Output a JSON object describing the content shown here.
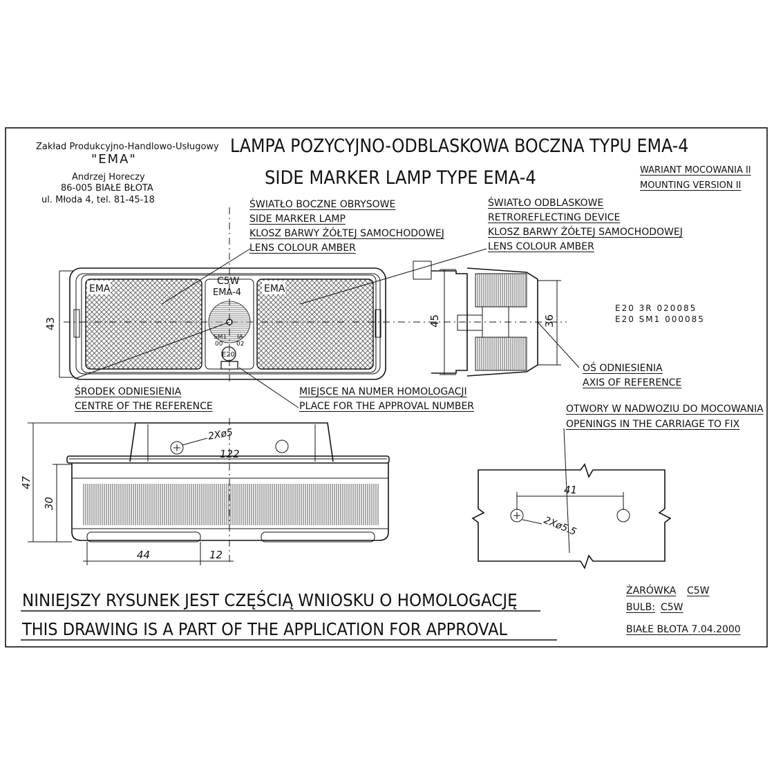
{
  "company": {
    "line1": "Zakład Produkcyjno-Handlowo-Usługowy",
    "line2": "\"EMA\"",
    "line3": "Andrzej Horeczy",
    "line4": "86-005 BIAŁE BŁOTA",
    "line5": "ul. Młoda 4, tel. 81-45-18"
  },
  "title": {
    "pl": "LAMPA POZYCYJNO-ODBLASKOWA BOCZNA TYPU EMA-4",
    "en": "SIDE MARKER LAMP TYPE EMA-4"
  },
  "variant": {
    "pl": "WARIANT MOCOWANIA II",
    "en": "MOUNTING VERSION II"
  },
  "callouts": {
    "side_marker": [
      "ŚWIATŁO BOCZNE OBRYSOWE",
      "SIDE MARKER LAMP",
      "KLOSZ BARWY ŻÓŁTEJ SAMOCHODOWEJ",
      "LENS COLOUR AMBER"
    ],
    "retro": [
      "ŚWIATŁO ODBLASKOWE",
      "RETROREFLECTING DEVICE",
      "KLOSZ BARWY ŻÓŁTEJ SAMOCHODOWEJ",
      "LENS COLOUR AMBER"
    ],
    "centre": [
      "ŚRODEK ODNIESIENIA",
      "CENTRE OF THE REFERENCE"
    ],
    "approval_place": [
      "MIEJSCE NA NUMER HOMOLOGACJI",
      "PLACE FOR THE APPROVAL NUMBER"
    ],
    "axis": [
      "OŚ ODNIESIENIA",
      "AXIS OF REFERENCE"
    ],
    "openings": [
      "OTWORY W NADWOZIU DO MOCOWANIA",
      "OPENINGS IN THE CARRIAGE TO FIX"
    ]
  },
  "front_view": {
    "ema_left": "EMA",
    "ema_right": "EMA",
    "bulb_label": "C5W",
    "type_label": "EMA-4",
    "code_sm": "SM1",
    "code_sm2": "00",
    "code_ia": "IA",
    "code_ia2": "02",
    "e_mark": "E20",
    "dim_43": "43"
  },
  "side_view": {
    "dim_45": "45",
    "dim_36": "36",
    "approval_1": "E20 3R 020085",
    "approval_2": "E20 SM1 000085"
  },
  "bottom_view": {
    "dim_holes": "2Xø5",
    "dim_122": "122",
    "dim_47": "47",
    "dim_30": "30",
    "dim_44": "44",
    "dim_12": "12"
  },
  "openings_view": {
    "dim_41": "41",
    "dim_holes": "2Xø5.5"
  },
  "footer": {
    "pl": "NINIEJSZY RYSUNEK JEST CZĘŚCIĄ WNIOSKU O HOMOLOGACJĘ",
    "en": "THIS DRAWING IS A PART OF THE APPLICATION FOR APPROVAL"
  },
  "bulb_info": {
    "pl_label": "ŻARÓWKA",
    "pl_value": "C5W",
    "en_label": "BULB:",
    "en_value": "C5W",
    "place_date": "BIAŁE BŁOTA 7.04.2000"
  }
}
